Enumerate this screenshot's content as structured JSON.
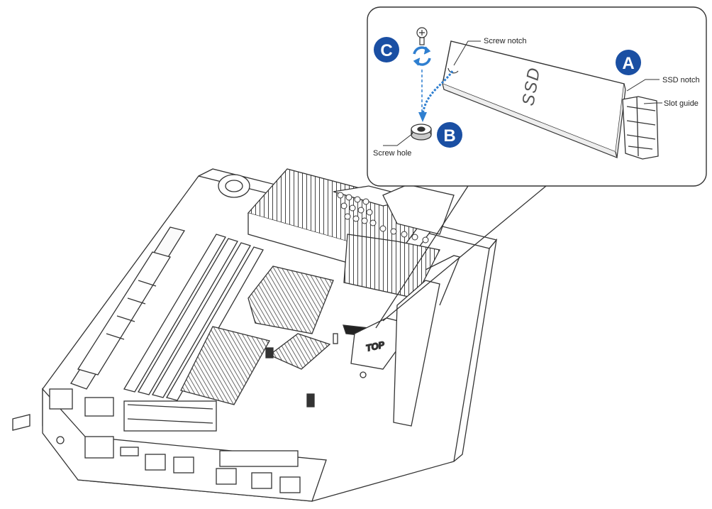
{
  "labels": {
    "screw_notch": "Screw notch",
    "ssd_notch": "SSD notch",
    "slot_guide": "Slot guide",
    "screw_hole": "Screw hole",
    "ssd": "SSD",
    "top": "TOP"
  },
  "steps": {
    "a": "A",
    "b": "B",
    "c": "C"
  },
  "colors": {
    "badge": "#1a4fa3",
    "arrow": "#2f7fd0",
    "line": "#333333"
  }
}
